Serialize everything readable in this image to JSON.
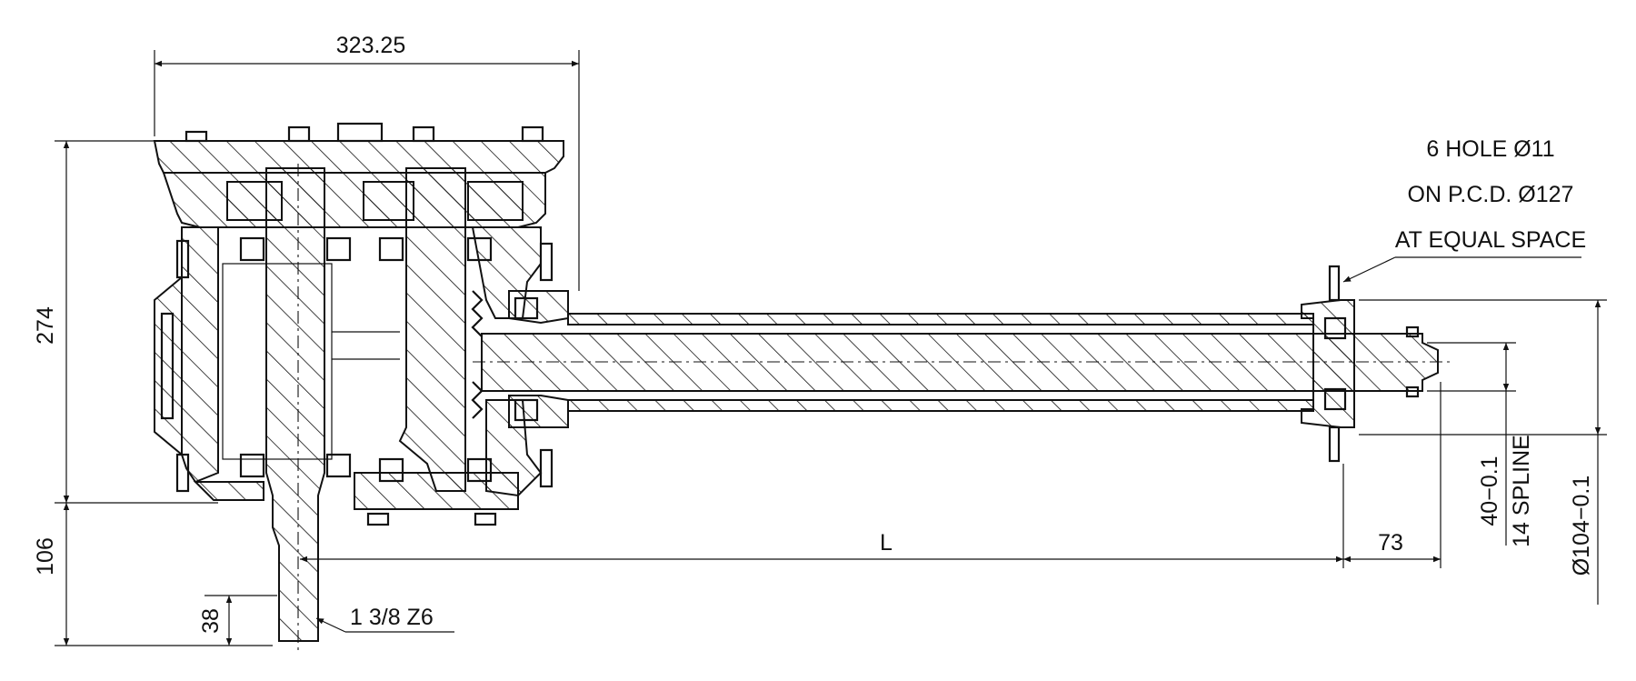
{
  "dimensions": {
    "overall_width": "323.25",
    "height_main": "274",
    "height_lower": "106",
    "shaft_step": "38",
    "input_shaft_spec": "1 3/8 Z6",
    "length": "L",
    "end_length": "73",
    "spline_dia": "40−0.1",
    "spline_count": "14 SPLINE",
    "flange_dia": "Ø104−0.1"
  },
  "note": {
    "line1": "6 HOLE Ø11",
    "line2": "ON P.C.D. Ø127",
    "line3": "AT EQUAL SPACE"
  }
}
